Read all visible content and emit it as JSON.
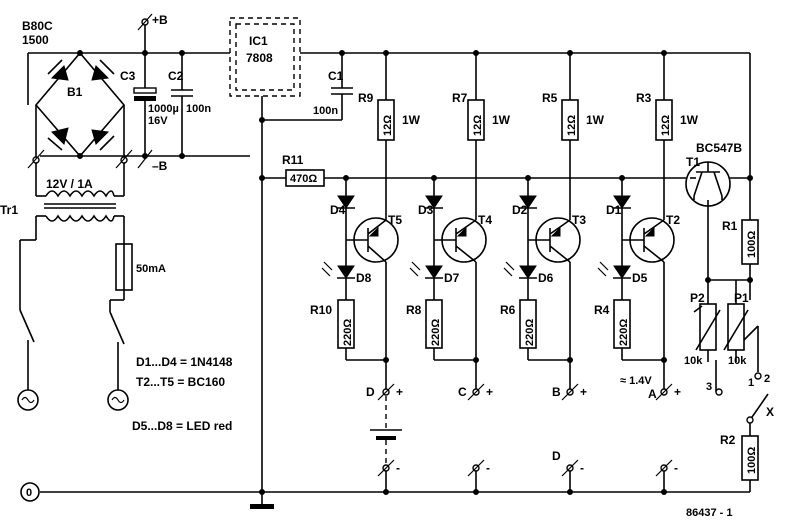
{
  "labels": {
    "b80c": "B80C",
    "b80c_val": "1500",
    "b1": "B1",
    "plus_b": "+B",
    "minus_b": "–B",
    "c3": "C3",
    "c3_val1": "1000µ",
    "c3_val2": "16V",
    "c2": "C2",
    "c2_val": "100n",
    "ic1": "IC1",
    "ic1_val": "7808",
    "c1": "C1",
    "c1_val": "100n",
    "r9": "R9",
    "r7": "R7",
    "r5": "R5",
    "r3": "R3",
    "r_12": "12Ω",
    "w1": "1W",
    "bc547b": "BC547B",
    "t1": "T1",
    "r11": "R11",
    "r11_val": "470Ω",
    "d4": "D4",
    "d3": "D3",
    "d2": "D2",
    "d1": "D1",
    "t5": "T5",
    "t4": "T4",
    "t3": "T3",
    "t2": "T2",
    "d8": "D8",
    "d7": "D7",
    "d6": "D6",
    "d5": "D5",
    "r10": "R10",
    "r8": "R8",
    "r6": "R6",
    "r4": "R4",
    "r_220": "220Ω",
    "r1": "R1",
    "r_100": "100Ω",
    "p2": "P2",
    "p1": "P1",
    "k10": "10k",
    "tr1": "Tr1",
    "tr_val": "12V / 1A",
    "fuse": "50mA",
    "note1": "D1...D4 = 1N4148",
    "note2": "T2...T5 = BC160",
    "note3": "D5...D8 = LED red",
    "term_d": "D",
    "term_c": "C",
    "term_b": "B",
    "term_a": "A",
    "plus": "+",
    "minus": "-",
    "volt": "≈ 1.4V",
    "sel_3": "3",
    "sel_2": "2",
    "sel_1": "1",
    "sel_x": "X",
    "r2": "R2",
    "gnd": "0",
    "fig": "86437 - 1"
  }
}
